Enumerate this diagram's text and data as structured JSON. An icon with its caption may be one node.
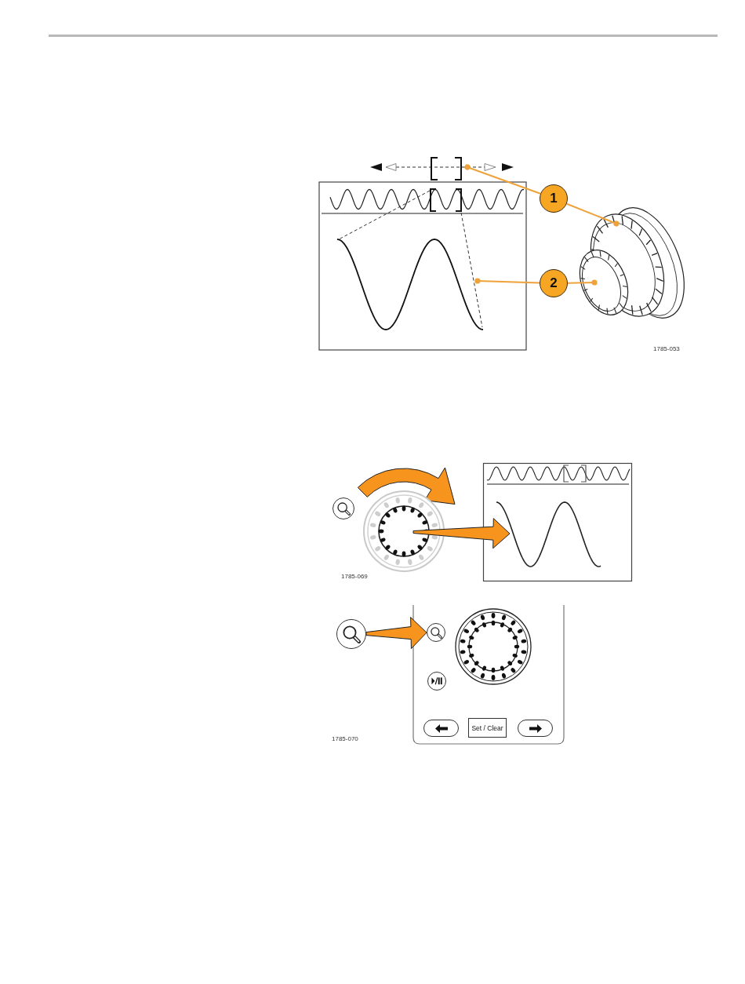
{
  "diagram": {
    "nodes": [
      {
        "text": [],
        "shape": "bracket"
      },
      {
        "text": [],
        "shape": "box"
      },
      {
        "text": [
          "1"
        ]
      },
      {
        "text": [],
        "shape": "circle"
      },
      {
        "text": [
          "2"
        ]
      },
      {
        "text": [],
        "shape": "circle"
      },
      {
        "text": [],
        "shape": "circle"
      },
      {
        "text": [],
        "shape": "circle"
      },
      {
        "text": [],
        "shape": "box"
      },
      {
        "text": [],
        "shape": "circle"
      },
      {
        "text": [],
        "shape": "circle"
      },
      {
        "text": [],
        "shape": "circle"
      },
      {
        "text": [],
        "shape": "box"
      },
      {
        "text": [
          "Set / Clear"
        ]
      },
      {
        "text": [],
        "shape": "box"
      }
    ],
    "edges": [
      {
        "from": 2,
        "to": 0,
        "arrow": "other"
      },
      {
        "from": 2,
        "to": 3,
        "arrow": "other"
      },
      {
        "from": 4,
        "to": 1,
        "arrow": "other"
      },
      {
        "from": 4,
        "to": 5,
        "arrow": "other"
      },
      {
        "from": 7,
        "to": 8,
        "arrow": "to",
        "style": "thick"
      },
      {
        "from": 9,
        "to": 10,
        "arrow": "to",
        "style": "thick"
      }
    ],
    "labels": [
      "1785-053",
      "1785-069",
      "1785-070"
    ]
  }
}
